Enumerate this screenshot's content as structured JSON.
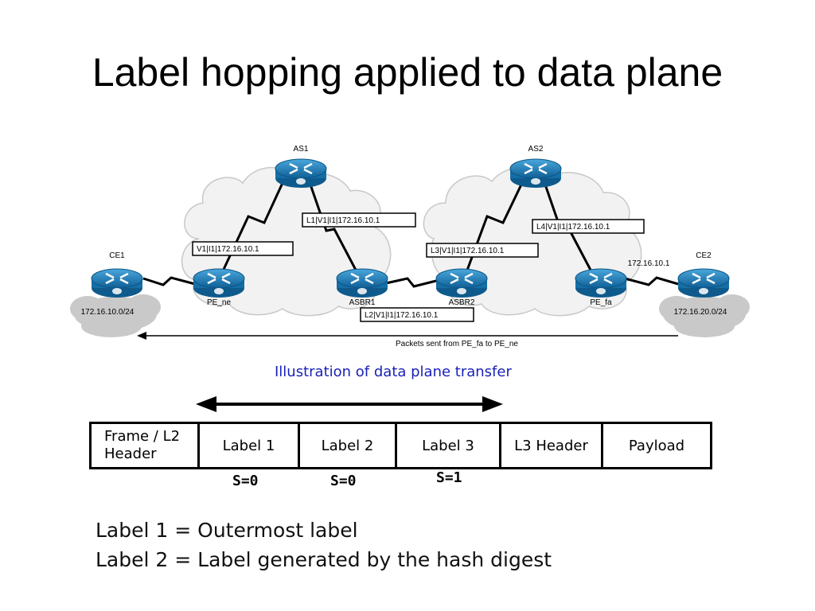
{
  "title": "Label hopping applied to data plane",
  "network": {
    "routers": {
      "as1": "AS1",
      "as2": "AS2",
      "ce1": "CE1",
      "ce2": "CE2",
      "pe_ne": "PE_ne",
      "asbr1": "ASBR1",
      "asbr2": "ASBR2",
      "pe_fa": "PE_fa"
    },
    "subnets": {
      "left": "172.16.10.0/24",
      "right": "172.16.20.0/24"
    },
    "ip_label": "172.16.10.1",
    "link_labels": {
      "v1": "V1|I1|172.16.10.1",
      "l1": "L1|V1|I1|172.16.10.1",
      "l2": "L2|V1|I1|172.16.10.1",
      "l3": "L3|V1|I1|172.16.10.1",
      "l4": "L4|V1|I1|172.16.10.1"
    },
    "arrow_label": "Packets sent from PE_fa to PE_ne"
  },
  "caption": "Illustration of data plane transfer",
  "frame": {
    "cells": [
      "Frame / L2 Header",
      "Label 1",
      "Label 2",
      "Label 3",
      "L3 Header",
      "Payload"
    ],
    "s_labels": [
      "S=0",
      "S=0",
      "S=1"
    ]
  },
  "legend": {
    "line1": "Label 1 = Outermost label",
    "line2": "Label 2 = Label generated by the hash digest"
  },
  "colors": {
    "router": "#1d7fbf",
    "caption": "#1a22b8",
    "cloud": "#c9c9c9"
  }
}
